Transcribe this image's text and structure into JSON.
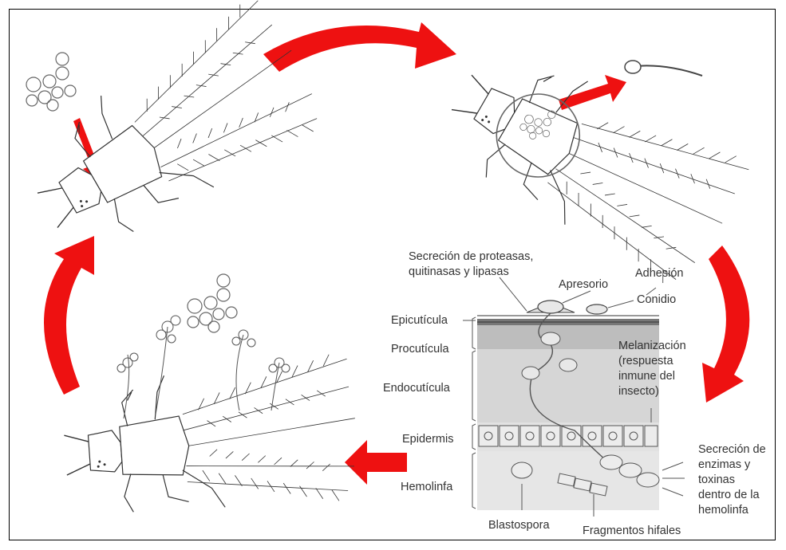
{
  "colors": {
    "arrow_red": "#ee1111",
    "layer_epicuticle": "#777777",
    "layer_procuticle": "#bdbdbd",
    "layer_endocuticle": "#d6d6d6",
    "layer_epidermis": "#e2e2e2",
    "layer_hemolymph": "#e6e6e6",
    "line": "#333333"
  },
  "labels": {
    "secretion_enzymes_top": "Secreción de proteasas,\nquitinasas y lipasas",
    "appressorium": "Apresorio",
    "adhesion": "Adhesión",
    "conidium": "Conidio",
    "epicuticle": "Epicutícula",
    "procuticle": "Procutícula",
    "endocuticle": "Endocutícula",
    "melanization": "Melanización\n(respuesta\ninmune del\ninsecto)",
    "epidermis": "Epidermis",
    "hemolymph": "Hemolinfa",
    "secretion_toxins": "Secreción de\nenzimas y\ntoxinas\ndentro de la\nhemolinfa",
    "blastospore": "Blastospora",
    "hyphal_fragments": "Fragmentos hifales"
  },
  "icons": {
    "thrips_infected_topleft": "thrips-icon",
    "thrips_germinating_topright": "thrips-icon",
    "thrips_sporulating_bottom": "thrips-icon",
    "conidia_cluster": "spores-icon",
    "germ_tube": "germ-tube-icon",
    "cycle_arrows": "curved-arrow-icon"
  }
}
